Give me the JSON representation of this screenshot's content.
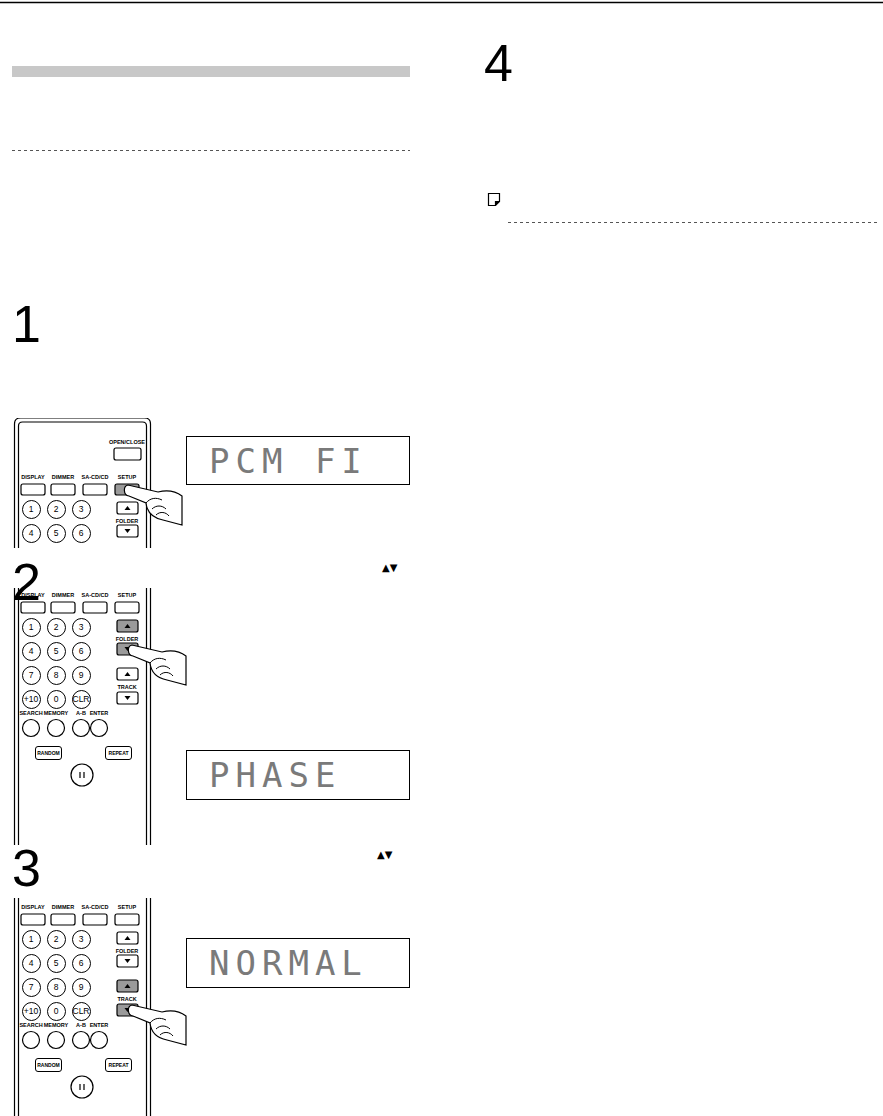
{
  "diagram": {
    "nodes": [
      {
        "text": [
          "OPEN/CLOSE",
          "DISPLAY",
          "DIMMER",
          "SA-CD/CD",
          "SETUP",
          "FOLDER"
        ]
      },
      {
        "text": [
          "1"
        ],
        "in": 0
      },
      {
        "text": [
          "2"
        ],
        "in": 0
      },
      {
        "text": [
          "3"
        ],
        "in": 0
      },
      {
        "text": [
          "4"
        ],
        "in": 0
      },
      {
        "text": [
          "5"
        ],
        "in": 0
      },
      {
        "text": [
          "6"
        ],
        "in": 0
      },
      {
        "text": [
          "PCM FI"
        ]
      },
      {
        "text": [
          "DISPLAY",
          "DIMMER",
          "SA-CD/CD",
          "SETUP",
          "FOLDER",
          "TRACK",
          "SEARCH",
          "MEMORY",
          "A-B",
          "ENTER"
        ]
      },
      {
        "text": [
          "1"
        ],
        "in": 8
      },
      {
        "text": [
          "2"
        ],
        "in": 8
      },
      {
        "text": [
          "3"
        ],
        "in": 8
      },
      {
        "text": [
          "4"
        ],
        "in": 8
      },
      {
        "text": [
          "5"
        ],
        "in": 8
      },
      {
        "text": [
          "6"
        ],
        "in": 8
      },
      {
        "text": [
          "7"
        ],
        "in": 8
      },
      {
        "text": [
          "8"
        ],
        "in": 8
      },
      {
        "text": [
          "9"
        ],
        "in": 8
      },
      {
        "text": [
          "+10"
        ],
        "in": 8
      },
      {
        "text": [
          "0"
        ],
        "in": 8
      },
      {
        "text": [
          "CLR"
        ],
        "in": 8
      },
      {
        "text": [
          "RANDOM"
        ],
        "in": 8
      },
      {
        "text": [
          "REPEAT"
        ],
        "in": 8
      },
      {
        "text": [
          "PHASE"
        ]
      },
      {
        "text": [
          "DISPLAY",
          "DIMMER",
          "SA-CD/CD",
          "SETUP",
          "FOLDER",
          "TRACK",
          "SEARCH",
          "MEMORY",
          "A-B",
          "ENTER"
        ]
      },
      {
        "text": [
          "1"
        ],
        "in": 24
      },
      {
        "text": [
          "2"
        ],
        "in": 24
      },
      {
        "text": [
          "3"
        ],
        "in": 24
      },
      {
        "text": [
          "4"
        ],
        "in": 24
      },
      {
        "text": [
          "5"
        ],
        "in": 24
      },
      {
        "text": [
          "6"
        ],
        "in": 24
      },
      {
        "text": [
          "7"
        ],
        "in": 24
      },
      {
        "text": [
          "8"
        ],
        "in": 24
      },
      {
        "text": [
          "9"
        ],
        "in": 24
      },
      {
        "text": [
          "+10"
        ],
        "in": 24
      },
      {
        "text": [
          "0"
        ],
        "in": 24
      },
      {
        "text": [
          "CLR"
        ],
        "in": 24
      },
      {
        "text": [
          "RANDOM"
        ],
        "in": 24
      },
      {
        "text": [
          "REPEAT"
        ],
        "in": 24
      },
      {
        "text": [
          "NORMAL"
        ]
      }
    ],
    "labels": [
      "4",
      "1",
      "2",
      "▲▼",
      "3",
      "▲▼"
    ]
  }
}
